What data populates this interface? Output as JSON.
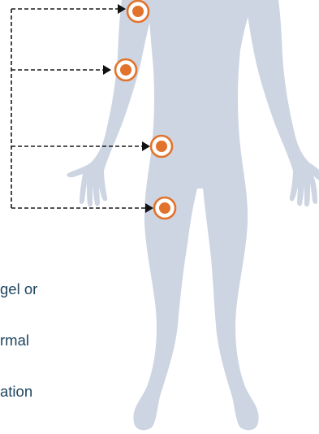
{
  "caption": {
    "lines": [
      "gel or",
      "rmal",
      "ation"
    ]
  },
  "colors": {
    "body": "#cdd5e3",
    "marker": "#e2732c",
    "marker_ring_gap": "#ffffff",
    "connector": "#1a1a1a",
    "caption_text": "#1f4560"
  },
  "application_sites": [
    {
      "site": "upper-arm",
      "icon": "target-marker-icon"
    },
    {
      "site": "forearm",
      "icon": "target-marker-icon"
    },
    {
      "site": "upper-thigh",
      "icon": "target-marker-icon"
    },
    {
      "site": "lower-thigh",
      "icon": "target-marker-icon"
    }
  ]
}
